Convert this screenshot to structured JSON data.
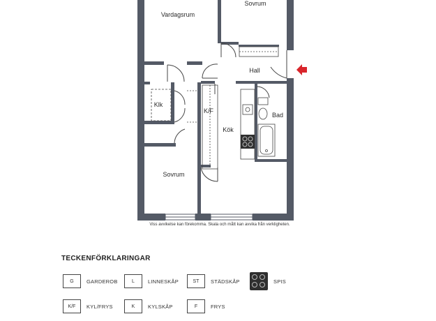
{
  "rooms": {
    "vardagsrum": "Vardagsrum",
    "sovrum_top": "Sovrum",
    "hall": "Hall",
    "klk": "Klk",
    "kf": "K/F",
    "kok": "Kök",
    "bad": "Bad",
    "sovrum_bottom": "Sovrum"
  },
  "disclaimer": "Viss avvikelse kan förekomma. Skala och mått kan avvika från verkligheten.",
  "legend": {
    "title": "TECKENFÖRKLARINGAR",
    "items": [
      {
        "code": "G",
        "label": "GARDEROB"
      },
      {
        "code": "L",
        "label": "LINNESKÅP"
      },
      {
        "code": "ST",
        "label": "STÄDSKÅP"
      },
      {
        "code": "",
        "label": "SPIS",
        "icon": "stove-icon"
      },
      {
        "code": "K/F",
        "label": "KYL/FRYS"
      },
      {
        "code": "K",
        "label": "KYLSKÅP"
      },
      {
        "code": "F",
        "label": "FRYS"
      }
    ]
  },
  "colors": {
    "wall": "#545a66",
    "entrance_arrow": "#d9252b",
    "line": "#444444"
  }
}
